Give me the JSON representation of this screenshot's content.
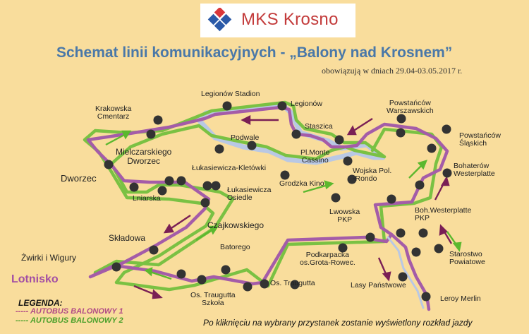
{
  "logo": {
    "text": "MKS Krosno"
  },
  "title": "Schemat linii komunikacyjnych  - „Balony nad Krosnem”",
  "subtitle": "obowiązują w dniach 29.04-03.05.2017 r.",
  "footer": "Po kliknięciu na wybrany przystanek zostanie wyświetlony rozkład jazdy",
  "legend": {
    "title": "LEGENDA:",
    "line1": "----- AUTOBUS BALONOWY 1",
    "line2": "----- AUTOBUS BALONOWY 2"
  },
  "places": {
    "lotnisko": "Lotnisko",
    "dworzec": "Dworzec"
  },
  "colors": {
    "background": "#f9dd9c",
    "line1": "#a45ca8",
    "line2": "#7ac143",
    "route_shadow": "#b9c8e4",
    "arrow1": "#7a1f55",
    "arrow2": "#5bb82e",
    "stop": "#333333"
  },
  "stops": [
    {
      "id": "legionow-stadion",
      "label": "Legionów Stadion"
    },
    {
      "id": "legionow",
      "label": "Legionów"
    },
    {
      "id": "krakowska-cmentarz",
      "label": "Krakowska\nCmentarz"
    },
    {
      "id": "staszica",
      "label": "Staszica"
    },
    {
      "id": "podwale",
      "label": "Podwale"
    },
    {
      "id": "mielczarskiego",
      "label": "Mielczarskiego\nDworzec"
    },
    {
      "id": "pl-monte-cassino",
      "label": "Pl.Monte\nCassino"
    },
    {
      "id": "powstancow-warszawskich",
      "label": "Powstańców\nWarszawskich"
    },
    {
      "id": "powstancow-slaskich",
      "label": "Powstańców\nŚląskich"
    },
    {
      "id": "lukasiewicza-kletowki",
      "label": "Łukasiewicza-Kletówki"
    },
    {
      "id": "wojska-pol-rondo",
      "label": "Wojska Pol.\n-Rondo"
    },
    {
      "id": "bohaterow-westerplatte",
      "label": "Bohaterów\nWesterplatte"
    },
    {
      "id": "grodzka-kino",
      "label": "Grodzka Kino"
    },
    {
      "id": "lukasiewicza-osiedle",
      "label": "Łukasiewicza\nOsiedle"
    },
    {
      "id": "lniarska",
      "label": "Lniarska"
    },
    {
      "id": "lwowska-pkp",
      "label": "Lwowska\nPKP"
    },
    {
      "id": "boh-westerplatte-pkp",
      "label": "Boh.Westerplatte\nPKP"
    },
    {
      "id": "czajkowskiego",
      "label": "Czajkowskiego"
    },
    {
      "id": "skladowa",
      "label": "Składowa"
    },
    {
      "id": "batorego",
      "label": "Batorego"
    },
    {
      "id": "podkarpacka",
      "label": "Podkarpacka\nos.Grota-Rowec."
    },
    {
      "id": "starostwo-powiatowe",
      "label": "Starostwo\nPowiatowe"
    },
    {
      "id": "zwirki-i-wigury",
      "label": "Żwirki i Wigury"
    },
    {
      "id": "os-traugutta",
      "label": "Os. Traugutta"
    },
    {
      "id": "lasy-panstwowe",
      "label": "Lasy Państwowe"
    },
    {
      "id": "os-traugutta-szkola",
      "label": "Os. Traugutta\nSzkoła"
    },
    {
      "id": "leroy-merlin",
      "label": "Leroy Merlin"
    }
  ]
}
